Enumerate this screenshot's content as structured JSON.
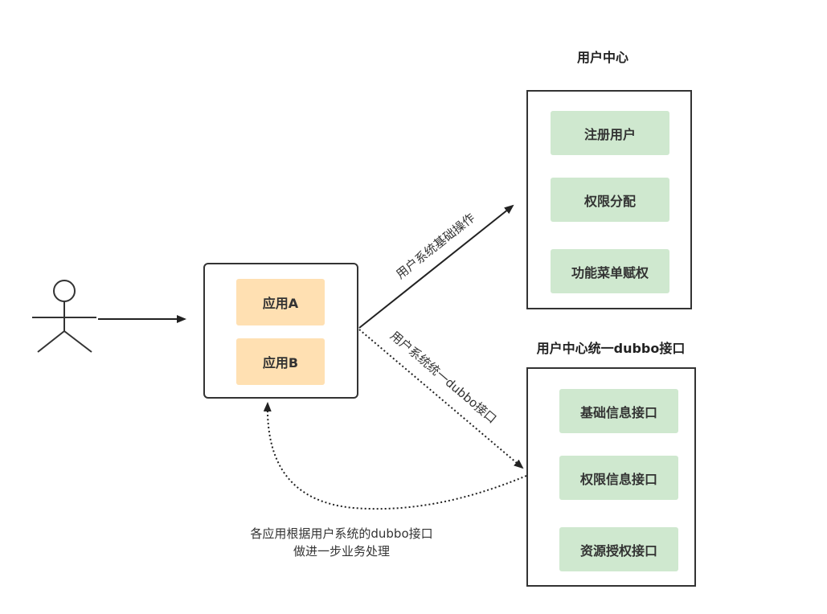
{
  "user_center": {
    "title": "用户中心",
    "items": [
      {
        "label": "注册用户"
      },
      {
        "label": "权限分配"
      },
      {
        "label": "功能菜单赋权"
      }
    ]
  },
  "dubbo_center": {
    "title": "用户中心统一dubbo接口",
    "items": [
      {
        "label": "基础信息接口"
      },
      {
        "label": "权限信息接口"
      },
      {
        "label": "资源授权接口"
      }
    ]
  },
  "apps": {
    "items": [
      {
        "label": "应用A"
      },
      {
        "label": "应用B"
      }
    ]
  },
  "edges": {
    "basic_ops": "用户系统基础操作",
    "dubbo_unified": "用户系统统一dubbo接口"
  },
  "note": {
    "line1": "各应用根据用户系统的dubbo接口",
    "line2": "做进一步业务处理"
  },
  "colors": {
    "app_item": "#ffe0b2",
    "center_item": "#cfe8cf",
    "stroke": "#333333"
  }
}
